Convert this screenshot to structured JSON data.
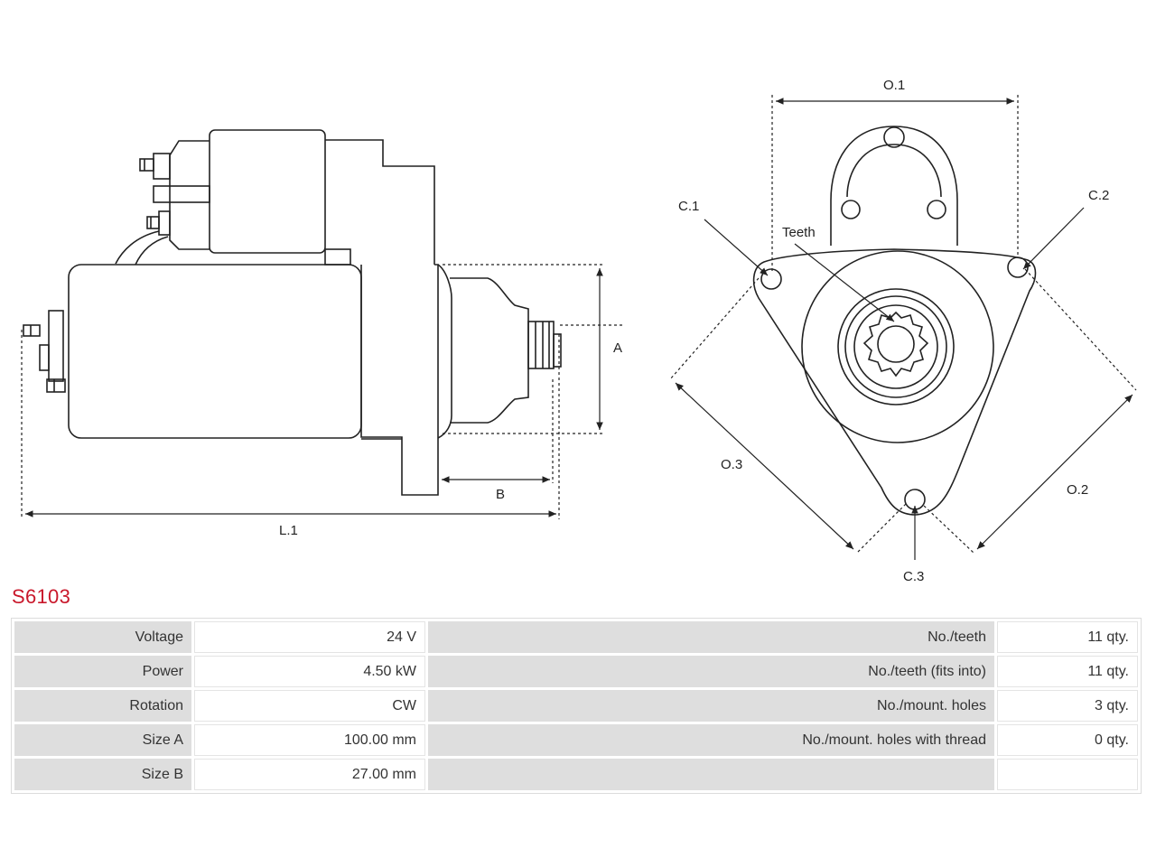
{
  "part_number": "S6103",
  "drawing": {
    "side_view_labels": {
      "size_a": "A",
      "size_b": "B",
      "length": "L.1"
    },
    "front_view_labels": {
      "o1": "O.1",
      "o2": "O.2",
      "o3": "O.3",
      "c1": "C.1",
      "c2": "C.2",
      "c3": "C.3",
      "teeth": "Teeth"
    }
  },
  "specs": {
    "rows": [
      {
        "label": "Voltage",
        "value": "24 V",
        "label2": "No./teeth",
        "value2": "11 qty."
      },
      {
        "label": "Power",
        "value": "4.50 kW",
        "label2": "No./teeth (fits into)",
        "value2": "11 qty."
      },
      {
        "label": "Rotation",
        "value": "CW",
        "label2": "No./mount. holes",
        "value2": "3 qty."
      },
      {
        "label": "Size A",
        "value": "100.00 mm",
        "label2": "No./mount. holes with thread",
        "value2": "0 qty."
      },
      {
        "label": "Size B",
        "value": "27.00 mm",
        "label2": "",
        "value2": ""
      }
    ]
  },
  "colors": {
    "part_code": "#c9182b",
    "line": "#222222",
    "label_cell": "#dedede"
  }
}
